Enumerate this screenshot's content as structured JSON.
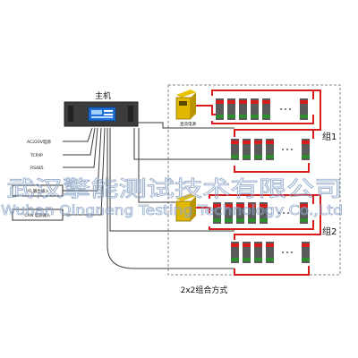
{
  "host": {
    "title": "主机"
  },
  "inputs": [
    {
      "label": "AC220V电源"
    },
    {
      "label": "TCP/IP"
    },
    {
      "label": "RS485"
    }
  ],
  "side_boxes": [
    {
      "label": "I/O 输出输入"
    },
    {
      "label": "CAN 电源输入"
    }
  ],
  "supply": {
    "label": "直流电源"
  },
  "groups": [
    {
      "label": "组1"
    },
    {
      "label": "组2"
    }
  ],
  "caption": "2x2组合方式",
  "watermark": {
    "cn": "武汉擎能测试技术有限公司",
    "en": "Wuhan Qingneng Testing Technology Co.,Ltd"
  },
  "colors": {
    "cable_red": "#d81c1c",
    "wire_dark": "#3a3a3a",
    "host_panel": "#1f6fd6",
    "module_body": "#5a5a5a",
    "connector_green": "#2e8b2e",
    "dashed_border": "#8a8a8a",
    "watermark": "#8ea6c8"
  },
  "icons": [
    "host-controller-icon",
    "dc-power-supply-icon",
    "module-icon"
  ]
}
